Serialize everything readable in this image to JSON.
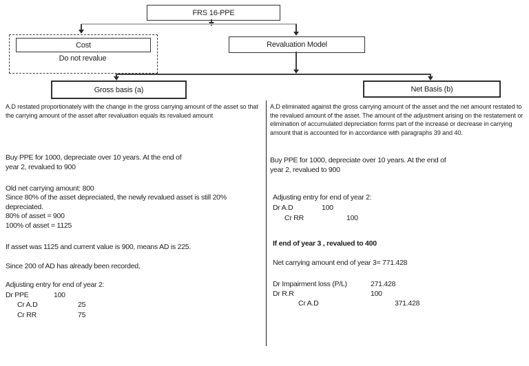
{
  "diagram": {
    "root_label": "FRS 16-PPE",
    "cost_label": "Cost",
    "cost_note": "Do not revalue",
    "revaluation_label": "Revaluation Model",
    "gross_label": "Gross basis (a)",
    "net_label": "Net Basis (b)"
  },
  "gross_column": {
    "description": "A.D restated proportionately with the change in the gross carrying amount of the asset so that the carrying amount of the asset after revaluation equals its revalued amount",
    "scenario": "Buy PPE for 1000, depreciate over 10 years. At the end of\nyear 2, revalued to 900",
    "calc": {
      "old_amount": "Old net carrying amount: 800",
      "depreciation_note": "Since 80% of the asset depreciated, the newly revalued asset is still 20% depreciated.",
      "pct_80": "80% of asset = 900",
      "pct_100": "100% of asset = 1125"
    },
    "ad_note": "If asset was 1125 and current value is 900, means AD is 225.",
    "recorded_note": "Since 200 of AD has already been recorded,",
    "journal_heading": "Adjusting entry for end of year 2:",
    "journal": [
      {
        "label": "Dr PPE",
        "amount": "100"
      },
      {
        "label": "Cr A.D",
        "amount": "25"
      },
      {
        "label": "Cr RR",
        "amount": "75"
      }
    ]
  },
  "net_column": {
    "description": "A.D eliminated against the gross carrying amount of the asset and the net amount restated to the revalued amount of the asset. The amount of the adjustment arising on the restatement or elimination of accumulated depreciation forms part of the increase or decrease in carrying amount that is accounted for in accordance with paragraphs 39 and 40.",
    "scenario": "Buy PPE for 1000, depreciate over 10 years. At the end of\nyear 2, revalued to 900",
    "journal_heading": "Adjusting entry for end of year 2:",
    "journal_year2": [
      {
        "label": "Dr A.D",
        "amount": "100"
      },
      {
        "label": "Cr RR",
        "amount": "100"
      }
    ],
    "year3_note": "If end of year 3 , revalued to 400",
    "year3_carrying": "Net carrying amount end of year 3= 771.428",
    "journal_year3": [
      {
        "label": "Dr Impairment loss (P/L)",
        "amount": "271.428"
      },
      {
        "label": "Dr R.R",
        "amount": "100"
      },
      {
        "label": "Cr A.D",
        "amount": "371.428"
      }
    ]
  }
}
